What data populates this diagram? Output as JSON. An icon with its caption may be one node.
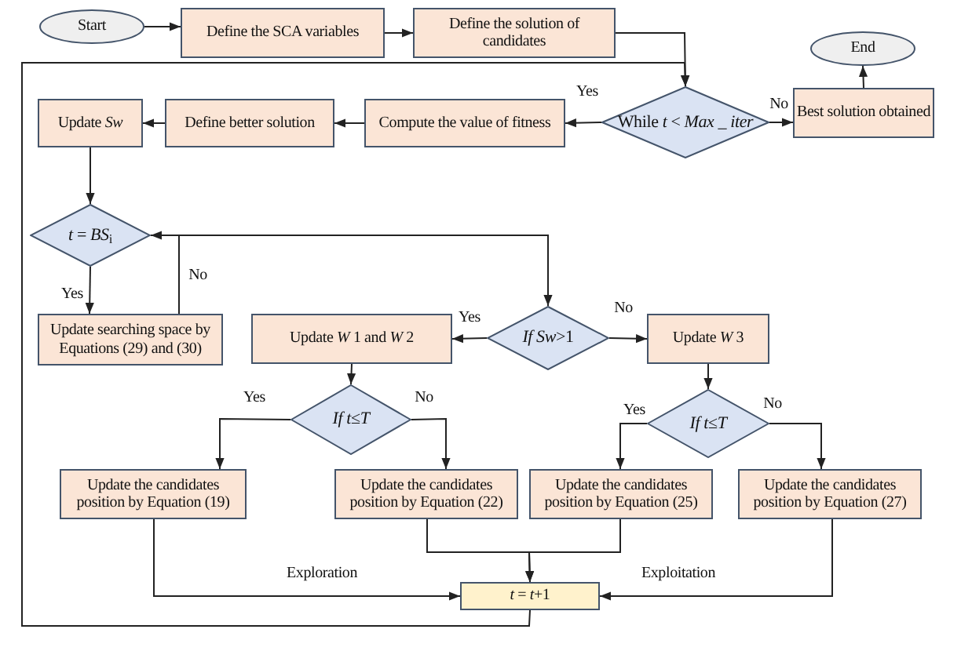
{
  "diagram": {
    "nodes": [
      {
        "text": [
          "Start"
        ]
      },
      {
        "text": [
          "Define the SCA variables"
        ]
      },
      {
        "text": [
          "Define the solution of candidates"
        ]
      },
      {
        "text": [
          "While *t* < *Max _ iter*"
        ]
      },
      {
        "text": [
          "Best solution obtained"
        ]
      },
      {
        "text": [
          "End"
        ]
      },
      {
        "text": [
          "Compute the value of fitness"
        ]
      },
      {
        "text": [
          "Define better solution"
        ]
      },
      {
        "text": [
          "Update *Sw*"
        ]
      },
      {
        "text": [
          "*t* = *BS*$_{i}$"
        ]
      },
      {
        "text": [
          "Update searching space by Equations (29) and (30)"
        ]
      },
      {
        "text": [
          "*If Sw*>1"
        ]
      },
      {
        "text": [
          "Update *W* 1 and *W* 2"
        ]
      },
      {
        "text": [
          "Update *W* 3"
        ]
      },
      {
        "text": [
          "*If t*≤*T*"
        ]
      },
      {
        "text": [
          "*If t*≤*T*"
        ]
      },
      {
        "text": [
          "Update the candidates position by Equation (19)"
        ]
      },
      {
        "text": [
          "Update the candidates position by Equation (22)"
        ]
      },
      {
        "text": [
          "Update the candidates position by Equation (25)"
        ]
      },
      {
        "text": [
          "Update the candidates position by Equation (27)"
        ]
      },
      {
        "text": [
          "*t* = *t*+1"
        ]
      }
    ],
    "edges": [
      {
        "from": 0,
        "to": 1,
        "arrow": "to"
      },
      {
        "from": 1,
        "to": 2,
        "arrow": "to"
      },
      {
        "from": 2,
        "to": 3,
        "arrow": "to"
      },
      {
        "from": 3,
        "to": 6,
        "arrow": "to",
        "label": "Yes"
      },
      {
        "from": 3,
        "to": 4,
        "arrow": "to",
        "label": "No"
      },
      {
        "from": 4,
        "to": 5,
        "arrow": "to"
      },
      {
        "from": 6,
        "to": 7,
        "arrow": "to"
      },
      {
        "from": 7,
        "to": 8,
        "arrow": "to"
      },
      {
        "from": 8,
        "to": 9,
        "arrow": "to"
      },
      {
        "from": 9,
        "to": 10,
        "arrow": "to",
        "label": "Yes"
      },
      {
        "from": 10,
        "to": 9,
        "arrow": "to",
        "label": "No"
      },
      {
        "from": 9,
        "to": 11,
        "arrow": "to"
      },
      {
        "from": 11,
        "to": 12,
        "arrow": "to",
        "label": "Yes"
      },
      {
        "from": 11,
        "to": 13,
        "arrow": "to",
        "label": "No"
      },
      {
        "from": 12,
        "to": 14,
        "arrow": "to"
      },
      {
        "from": 13,
        "to": 15,
        "arrow": "to"
      },
      {
        "from": 14,
        "to": 16,
        "arrow": "to",
        "label": "Yes"
      },
      {
        "from": 14,
        "to": 17,
        "arrow": "to",
        "label": "No"
      },
      {
        "from": 15,
        "to": 18,
        "arrow": "to",
        "label": "Yes"
      },
      {
        "from": 15,
        "to": 19,
        "arrow": "to",
        "label": "No"
      },
      {
        "from": 16,
        "to": 20,
        "arrow": "to",
        "label": "Exploration"
      },
      {
        "from": 17,
        "to": 20,
        "arrow": "to"
      },
      {
        "from": 18,
        "to": 20,
        "arrow": "to"
      },
      {
        "from": 19,
        "to": 20,
        "arrow": "to",
        "label": "Exploitation"
      },
      {
        "from": 20,
        "to": 3,
        "arrow": "to"
      }
    ]
  }
}
